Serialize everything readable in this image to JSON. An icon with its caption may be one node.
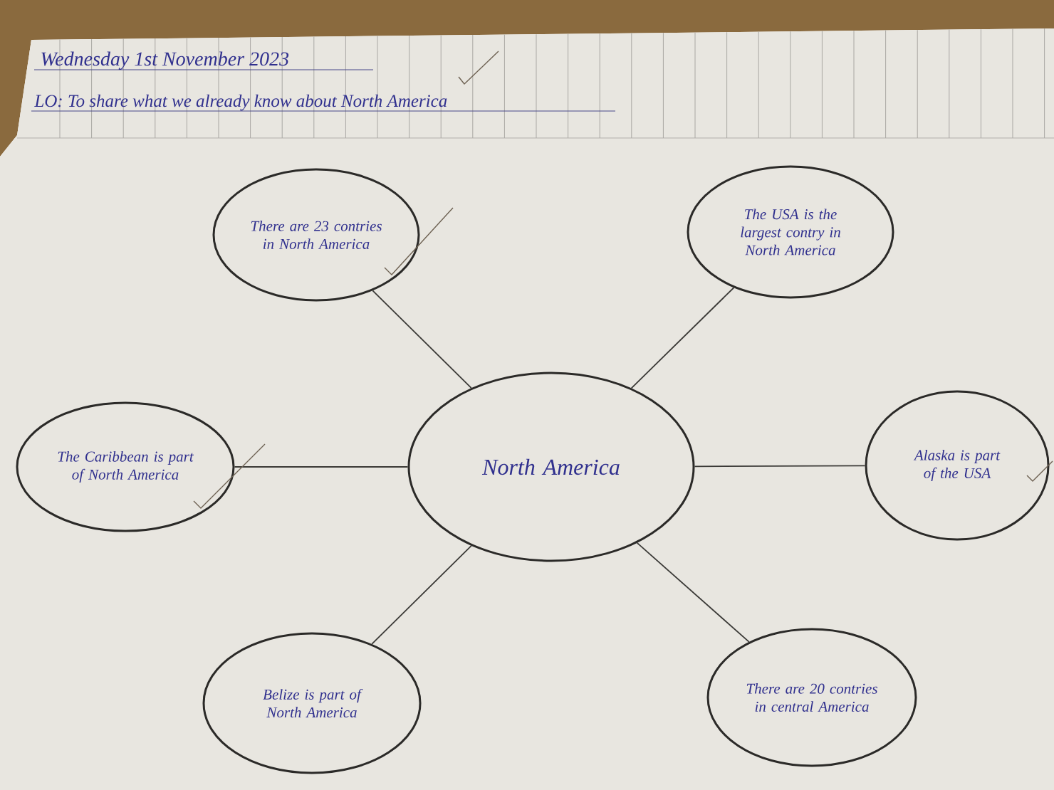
{
  "diagram": {
    "title": "Wednesday 1st November 2023",
    "nodes": [
      {
        "text": [
          "There are 23 contries in North America"
        ]
      },
      {
        "text": [
          "The USA is the largest contry in North America"
        ]
      },
      {
        "text": [
          "The Caribbean is part of North America"
        ]
      },
      {
        "text": [
          "North America"
        ]
      },
      {
        "text": [
          "Alaska is part of the USA"
        ]
      },
      {
        "text": [
          "Belize is part of North America"
        ]
      },
      {
        "text": [
          "There are 20 contries in central America"
        ]
      }
    ],
    "edges": [
      {
        "from": 3,
        "to": 0,
        "arrow": "none"
      },
      {
        "from": 3,
        "to": 1,
        "arrow": "none"
      },
      {
        "from": 3,
        "to": 2,
        "arrow": "none"
      },
      {
        "from": 3,
        "to": 4,
        "arrow": "none"
      },
      {
        "from": 3,
        "to": 5,
        "arrow": "none"
      },
      {
        "from": 3,
        "to": 6,
        "arrow": "none"
      }
    ],
    "labels": [
      "LO: To share what we already know about North America"
    ]
  }
}
